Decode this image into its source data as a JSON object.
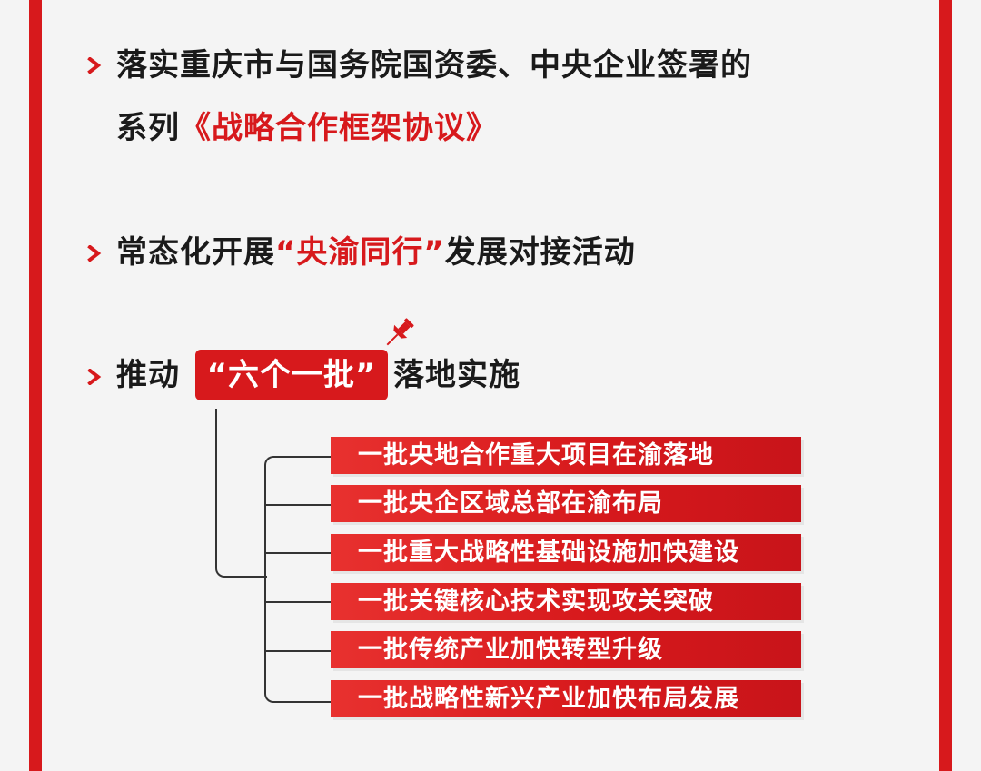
{
  "colors": {
    "accent": "#d7191c",
    "background": "#f4f4f4",
    "text": "#1a1a1a"
  },
  "bullet_icon": "chevron-right-icon",
  "item1": {
    "line1": "落实重庆市与国务院国资委、中央企业签署的",
    "line2_prefix": "系列",
    "line2_highlight": "《战略合作框架协议》"
  },
  "item2": {
    "prefix": "常态化开展",
    "highlight": "“央渝同行”",
    "suffix": "发展对接活动"
  },
  "item3": {
    "prefix": "推动",
    "highlight": "“六个一批”",
    "suffix": "落地实施",
    "pin_icon": "pushpin-icon"
  },
  "sub_items": [
    "一批央地合作重大项目在渝落地",
    "一批央企区域总部在渝布局",
    "一批重大战略性基础设施加快建设",
    "一批关键核心技术实现攻关突破",
    "一批传统产业加快转型升级",
    "一批战略性新兴产业加快布局发展"
  ]
}
